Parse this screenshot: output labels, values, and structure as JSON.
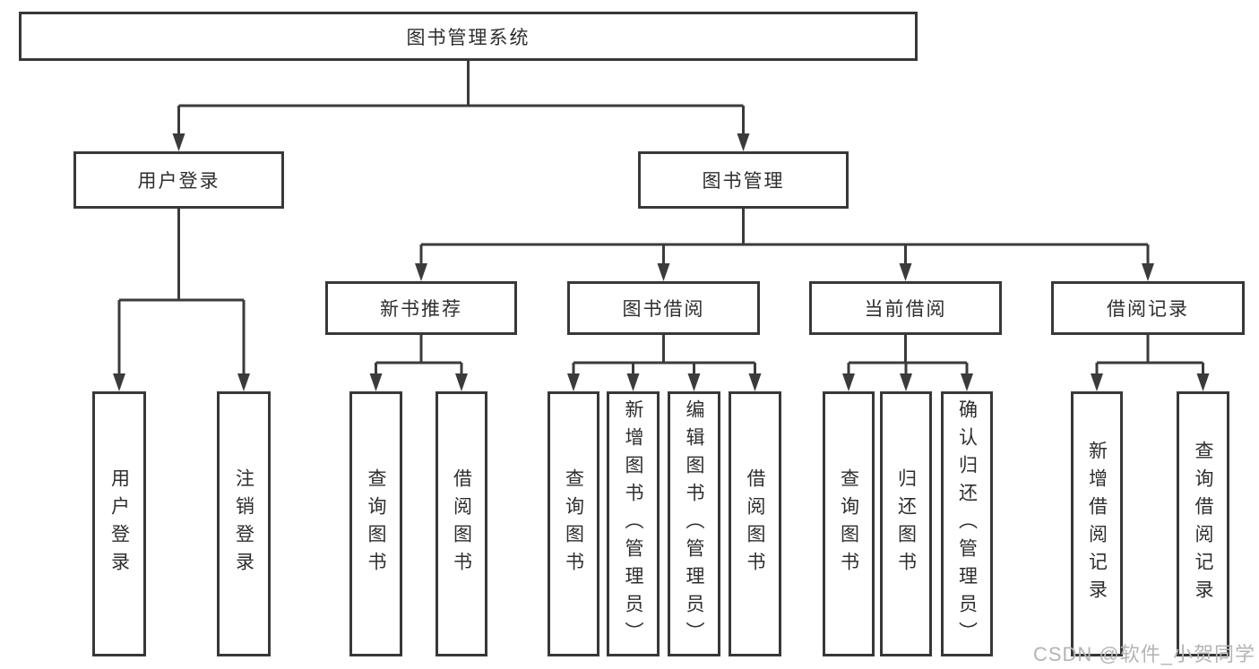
{
  "colors": {
    "line": "#3b3b3b",
    "border": "#383838",
    "box-bg": "#ffffff",
    "text": "#2e2e2e",
    "page-bg": "#ffffff",
    "watermark": "#b4b4b4"
  },
  "diagram": {
    "root": {
      "label": "图书管理系统"
    },
    "level1": [
      {
        "label": "用户登录"
      },
      {
        "label": "图书管理"
      }
    ],
    "level2": [
      {
        "label": "新书推荐"
      },
      {
        "label": "图书借阅"
      },
      {
        "label": "当前借阅"
      },
      {
        "label": "借阅记录"
      }
    ],
    "leaves": {
      "user_login": [
        "用户登录",
        "注销登录"
      ],
      "new_books": [
        "查询图书",
        "借阅图书"
      ],
      "book_borrow": [
        "查询图书",
        "新增图书（管理员）",
        "编辑图书（管理员）",
        "借阅图书"
      ],
      "current_borrow": [
        "查询图书",
        "归还图书",
        "确认归还（管理员）"
      ],
      "borrow_records": [
        "新增借阅记录",
        "查询借阅记录"
      ]
    }
  },
  "watermark": {
    "text": "CSDN @软件_小贺同学"
  }
}
